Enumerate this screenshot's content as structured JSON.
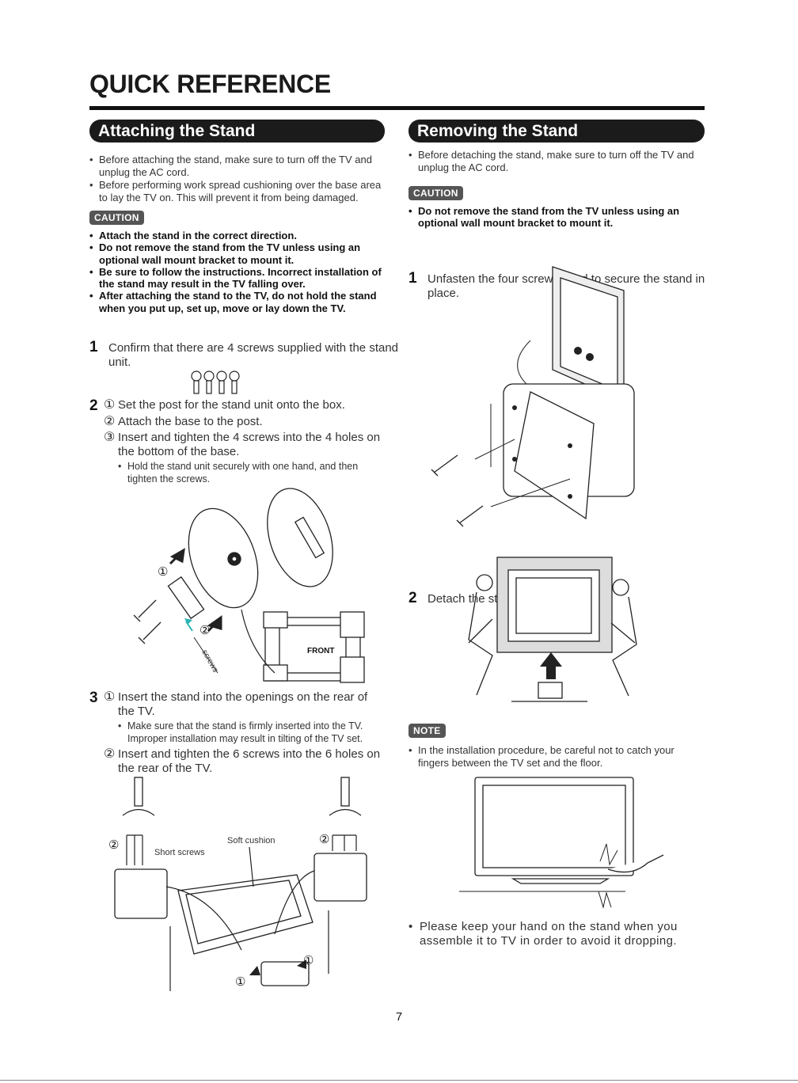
{
  "page": {
    "title": "QUICK REFERENCE",
    "page_number": "7"
  },
  "attaching": {
    "header": "Attaching the Stand",
    "bullets": [
      "Before attaching the stand, make sure to turn off the TV and unplug the AC cord.",
      "Before performing work spread cushioning over the base area to lay the TV on. This will prevent it from being damaged."
    ],
    "caution_label": "CAUTION",
    "cautions": [
      "Attach the stand in the correct direction.",
      "Do not remove the stand from the TV unless using an optional wall mount bracket to mount it.",
      "Be sure to follow the instructions. Incorrect installation of the stand may result in the TV falling over.",
      "After attaching the stand to the TV, do not hold the stand when you put up, set up, move or lay down the TV."
    ],
    "step1_num": "1",
    "step1_text": "Confirm that there are 4 screws supplied with the stand unit.",
    "step2_num": "2",
    "step2_subs": [
      {
        "marker": "①",
        "text": "Set the post for the stand unit onto the box."
      },
      {
        "marker": "②",
        "text": "Attach the base to the post."
      },
      {
        "marker": "③",
        "text": "Insert and tighten the 4 screws into the 4 holes on the bottom of the base."
      }
    ],
    "step2_note": "Hold the stand unit securely with one hand, and then tighten the screws.",
    "fig2": {
      "label_1": "①",
      "label_2": "②",
      "screws": "screws",
      "front": "FRONT"
    },
    "step3_num": "3",
    "step3_sub1_marker": "①",
    "step3_sub1_text": "Insert the stand into the openings on the rear of the TV.",
    "step3_note": "Make sure that the stand is firmly inserted into the TV. Improper installation may result in tilting of the TV set.",
    "step3_sub2_marker": "②",
    "step3_sub2_text": "Insert and tighten the 6 screws into the 6 holes on the rear of the TV.",
    "fig3": {
      "short_screws": "Short screws",
      "soft_cushion": "Soft cushion",
      "label_2a": "②",
      "label_2b": "②",
      "label_1a": "①",
      "label_1b": "①"
    }
  },
  "removing": {
    "header": "Removing the Stand",
    "bullets": [
      "Before detaching the stand, make sure to turn off the TV and unplug the AC cord."
    ],
    "caution_label": "CAUTION",
    "cautions": [
      "Do not remove the stand from the TV unless using an optional wall mount bracket to mount it."
    ],
    "step1_num": "1",
    "step1_text": "Unfasten the four screws used to secure the stand in place.",
    "step2_num": "2",
    "step2_text": "Detach the stand from the TV.",
    "note_label": "NOTE",
    "notes": [
      "In the installation procedure, be careful not to catch your fingers between the TV set and the floor."
    ],
    "final_note": "Please keep your hand on the stand when you assemble it to TV in order to avoid it dropping."
  },
  "colors": {
    "header_bg": "#1b1b1b",
    "badge_bg": "#555555",
    "accent_arrow": "#2bb5b5"
  }
}
